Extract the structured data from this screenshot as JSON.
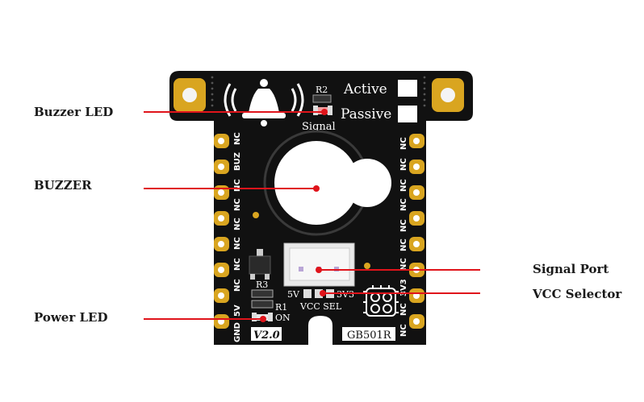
{
  "callouts": {
    "buzzer_led": "Buzzer LED",
    "buzzer": "BUZZER",
    "power_led": "Power LED",
    "signal_port": "Signal Port",
    "vcc_selector": "VCC Selector"
  },
  "board": {
    "mode_active": "Active",
    "mode_passive": "Passive",
    "r2": "R2",
    "signal": "Signal",
    "r3": "R3",
    "r1": "R1",
    "on": "ON",
    "v5": "5V",
    "v3": "3V3",
    "vcc_sel": "VCC SEL",
    "version": "V2.0",
    "model": "GB501R",
    "left_pins": [
      "NC",
      "BUZ",
      "NC",
      "NC",
      "NC",
      "NC",
      "NC",
      "NC",
      "5V",
      "GND"
    ],
    "right_pins": [
      "NC",
      "NC",
      "NC",
      "NC",
      "NC",
      "NC",
      "NC",
      "3V3",
      "NC",
      "NC"
    ]
  },
  "colors": {
    "pcb": "#111111",
    "gold": "#d9a520",
    "leader": "#e0141b",
    "silk": "#ffffff"
  },
  "icons": [
    "bell-icon",
    "logo-icon"
  ]
}
